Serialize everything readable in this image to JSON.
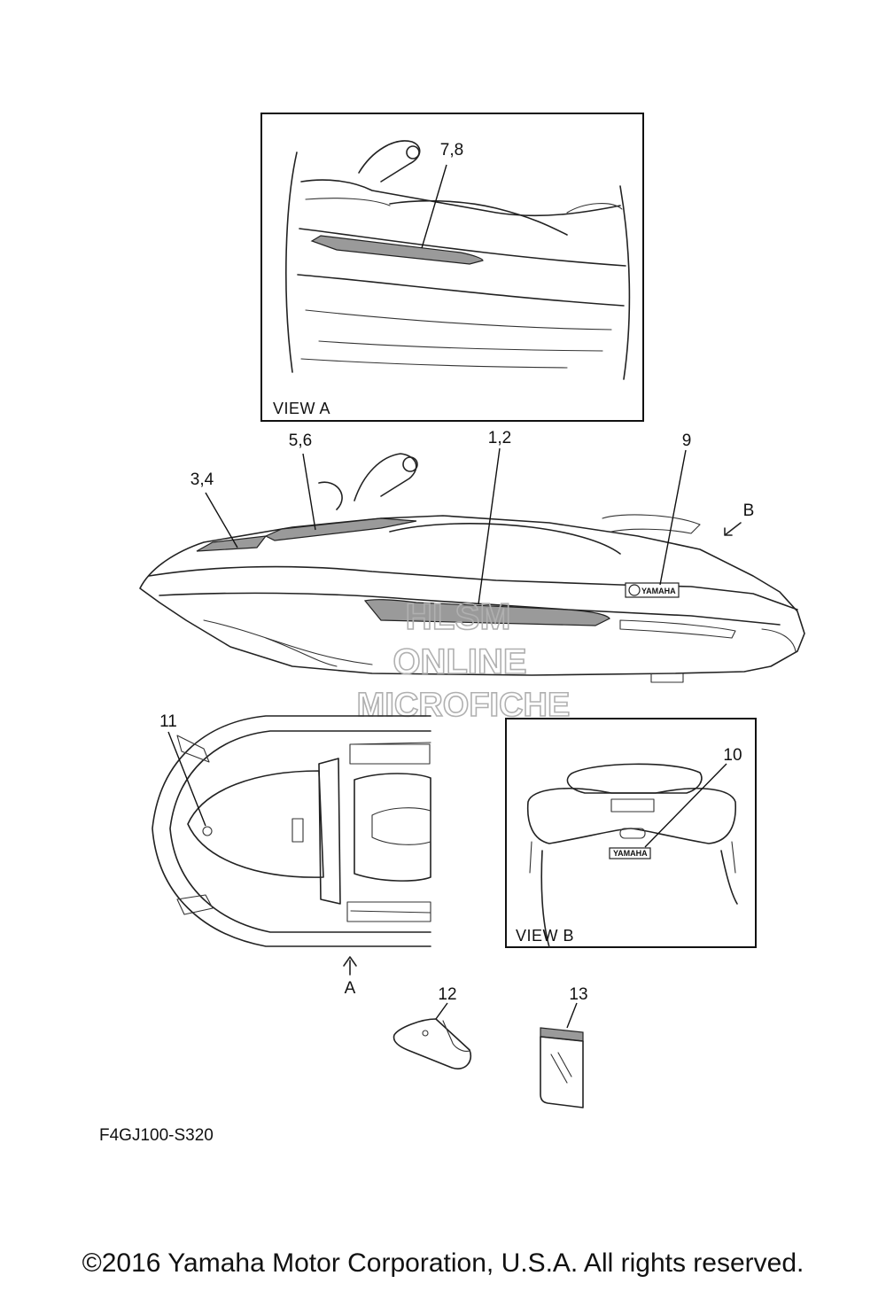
{
  "view_a": {
    "label": "VIEW A",
    "callout_7_8": "7,8"
  },
  "view_b": {
    "label": "VIEW B",
    "callout_10": "10",
    "badge_text": "YAMAHA"
  },
  "side_view": {
    "callout_3_4": "3,4",
    "callout_5_6": "5,6",
    "callout_1_2": "1,2",
    "callout_9": "9",
    "view_b_arrow_label": "B",
    "badge_text": "YAMAHA"
  },
  "top_view": {
    "callout_11": "11",
    "view_a_arrow_label": "A"
  },
  "parts": {
    "callout_12": "12",
    "callout_13": "13"
  },
  "diagram_code": "F4GJ100-S320",
  "watermark": {
    "line1": "HLSM",
    "line2": "ONLINE",
    "line3": "MICROFICHE"
  },
  "copyright": "©2016 Yamaha Motor Corporation, U.S.A. All rights reserved."
}
